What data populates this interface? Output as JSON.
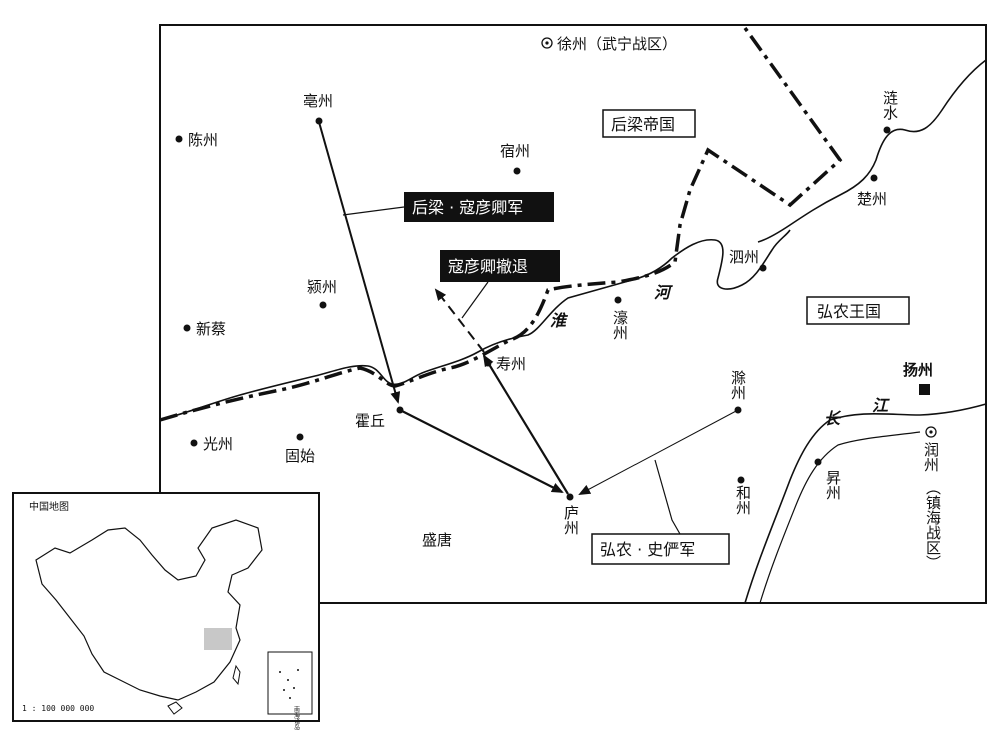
{
  "main_map": {
    "cities": {
      "xuzhou": "徐州（武宁战区）",
      "bozhou": "亳州",
      "chenzhou": "陈州",
      "suzhou": "宿州",
      "lianshui": "涟水",
      "chuzhou_n": "楚州",
      "sizhou": "泗州",
      "yingzhou": "颍州",
      "xincai": "新蔡",
      "haozhou": "濠州",
      "shouzhou": "寿州",
      "huoqiu": "霍丘",
      "guangzhou": "光州",
      "gushi": "固始",
      "chuzhou_s": "滁州",
      "yangzhou": "扬州",
      "runzhou": "润州",
      "runzhou_note": "（镇海战区）",
      "shengzhou": "昇州",
      "hezhou": "和州",
      "luzhou": "庐州",
      "shengtang": "盛唐"
    },
    "river_labels": {
      "huai": "淮",
      "he": "河",
      "chang": "长",
      "jiang": "江"
    },
    "boxes": {
      "houliang_empire": "后梁帝国",
      "hongnong_kingdom": "弘农王国",
      "houliang_army": "后梁 · 寇彦卿军",
      "kou_retreat": "寇彦卿撤退",
      "hongnong_army": "弘农 · 史俨军"
    }
  },
  "inset": {
    "title": "中国地图",
    "scale": "1 : 100 000 000",
    "nanhai": "南海诸岛"
  },
  "colors": {
    "line": "#111111",
    "highlight": "#c8c8c8",
    "label_bg_dark": "#111111"
  }
}
